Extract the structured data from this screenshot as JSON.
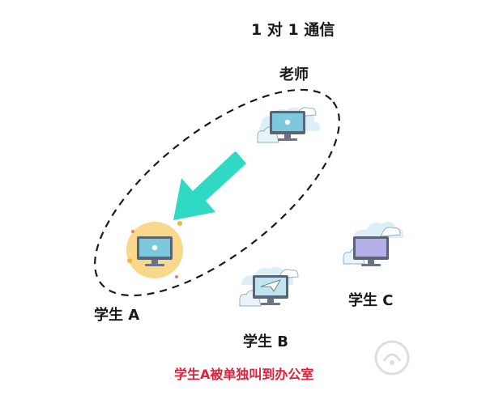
{
  "title": "1 对 1 通信",
  "nodes": {
    "teacher": "老师",
    "student_a": "学生 A",
    "student_b": "学生 B",
    "student_c": "学生 C"
  },
  "caption": "学生A被单独叫到办公室",
  "watermark": {
    "title": "路由器",
    "subtitle": "luyouqi.com"
  },
  "colors": {
    "arrow": "#2fd9c4",
    "caption": "#e0203a",
    "highlight": "#f9d88c",
    "cloud": "#dceef6",
    "monitor_frame": "#5b6475"
  }
}
